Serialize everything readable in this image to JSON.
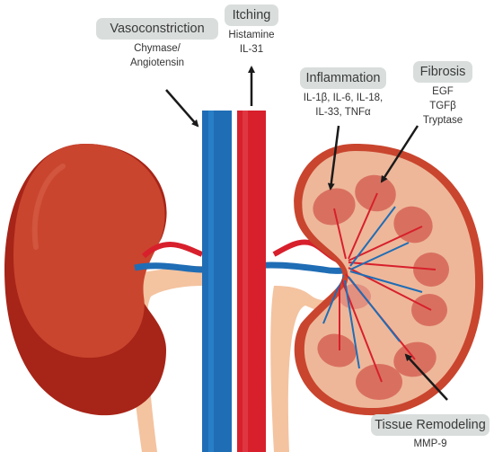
{
  "labels": {
    "vasoconstriction": {
      "title": "Vasoconstriction",
      "line1": "Chymase/",
      "line2": "Angiotensin"
    },
    "itching": {
      "title": "Itching",
      "line1": "Histamine",
      "line2": "IL-31"
    },
    "inflammation": {
      "title": "Inflammation",
      "line1": "IL-1β, IL-6, IL-18,",
      "line2": "IL-33, TNFα"
    },
    "fibrosis": {
      "title": "Fibrosis",
      "line1": "EGF",
      "line2": "TGFβ",
      "line3": "Tryptase"
    },
    "tissue_remodeling": {
      "title": "Tissue Remodeling",
      "line1": "MMP-9"
    }
  },
  "colors": {
    "kidney_outer": "#c9452e",
    "kidney_shadow": "#a72418",
    "kidney_highlight": "#d9604a",
    "cortex": "#eeb79a",
    "pyramid": "#d9705f",
    "artery": "#d7202c",
    "vein": "#1f6db5",
    "ureter": "#f4c3a0",
    "pill_bg": "#d9dedd",
    "arrow": "#1a1a1a"
  }
}
